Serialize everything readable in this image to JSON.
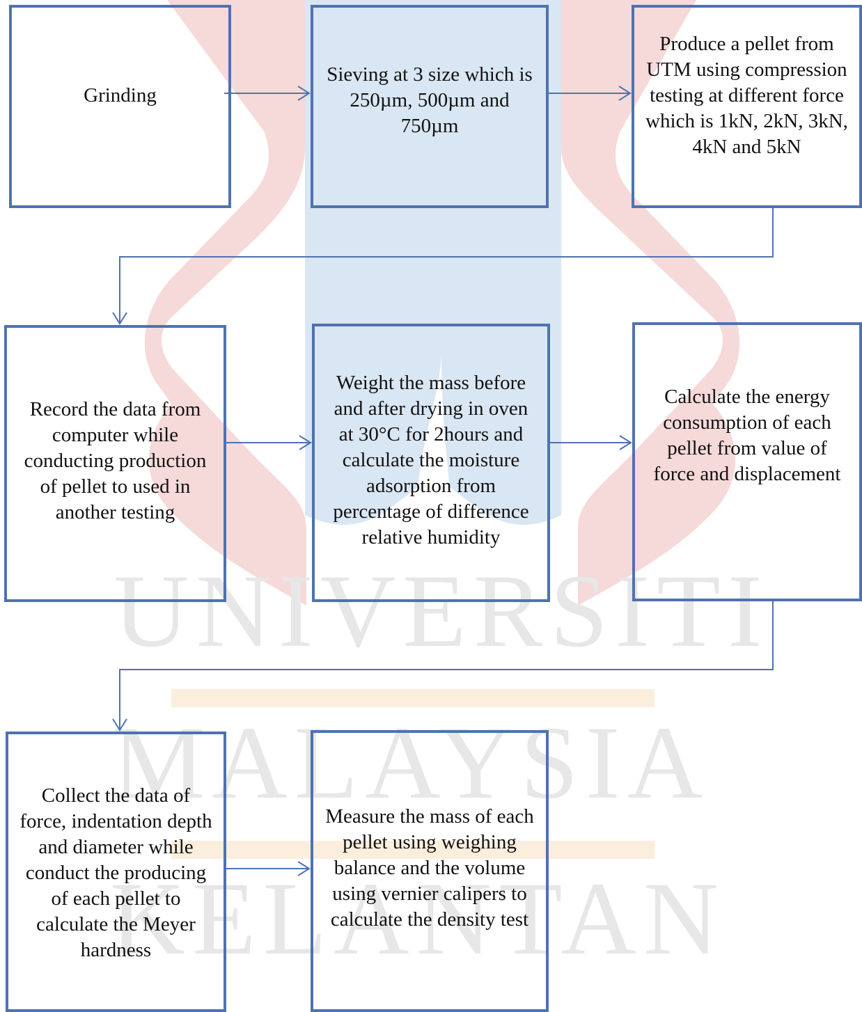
{
  "watermark": {
    "lines": [
      "UNIVERSITI",
      "MALAYSIA",
      "KELANTAN"
    ],
    "colors": {
      "logo_red": "#f6d9d9",
      "logo_blue": "#d9e6f3",
      "text": "#e7e7e7",
      "bar": "#fbeedd"
    }
  },
  "flowchart": {
    "accent_color": "#4f72b0",
    "steps": [
      {
        "id": "grinding",
        "text": "Grinding"
      },
      {
        "id": "sieving",
        "text": "Sieving at 3 size which is 250µm, 500µm and 750µm"
      },
      {
        "id": "pellet",
        "text": "Produce a pellet from UTM using compression testing at different force which is 1kN, 2kN, 3kN, 4kN and 5kN"
      },
      {
        "id": "record",
        "text": "Record the data from computer while conducting production of pellet to used in another testing"
      },
      {
        "id": "weight",
        "text": "Weight the mass before and after drying in oven at 30°C for 2hours and calculate the moisture adsorption from percentage of difference relative humidity"
      },
      {
        "id": "energy",
        "text": "Calculate the energy consumption of each pellet from value of force and displacement"
      },
      {
        "id": "meyer",
        "text": "Collect the data of force, indentation depth and diameter while conduct the producing of each pellet to calculate the Meyer hardness"
      },
      {
        "id": "density",
        "text": "Measure the mass of each pellet using weighing balance and the volume using vernier calipers to calculate the density test"
      }
    ]
  }
}
